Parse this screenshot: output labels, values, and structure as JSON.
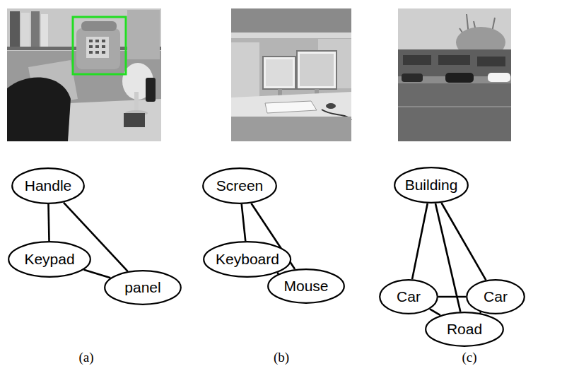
{
  "diagram": {
    "nodes": [
      {
        "text": [
          "Handle"
        ]
      },
      {
        "text": [
          "Keypad"
        ]
      },
      {
        "text": [
          "panel"
        ]
      },
      {
        "text": [
          "Screen"
        ]
      },
      {
        "text": [
          "Keyboard"
        ]
      },
      {
        "text": [
          "Mouse"
        ]
      },
      {
        "text": [
          "Building"
        ]
      },
      {
        "text": [
          "Car"
        ]
      },
      {
        "text": [
          "Car"
        ]
      },
      {
        "text": [
          "Road"
        ]
      }
    ],
    "edges": [
      {
        "from": 0,
        "to": 1,
        "arrow": "none"
      },
      {
        "from": 0,
        "to": 2,
        "arrow": "none"
      },
      {
        "from": 1,
        "to": 2,
        "arrow": "none"
      },
      {
        "from": 3,
        "to": 4,
        "arrow": "none"
      },
      {
        "from": 3,
        "to": 5,
        "arrow": "none"
      },
      {
        "from": 4,
        "to": 5,
        "arrow": "none"
      },
      {
        "from": 6,
        "to": 7,
        "arrow": "none"
      },
      {
        "from": 6,
        "to": 8,
        "arrow": "none"
      },
      {
        "from": 6,
        "to": 9,
        "arrow": "none"
      },
      {
        "from": 7,
        "to": 8,
        "arrow": "none"
      },
      {
        "from": 7,
        "to": 9,
        "arrow": "none"
      },
      {
        "from": 8,
        "to": 9,
        "arrow": "none"
      }
    ],
    "labels": [
      "(a)",
      "(b)",
      "(c)"
    ]
  }
}
